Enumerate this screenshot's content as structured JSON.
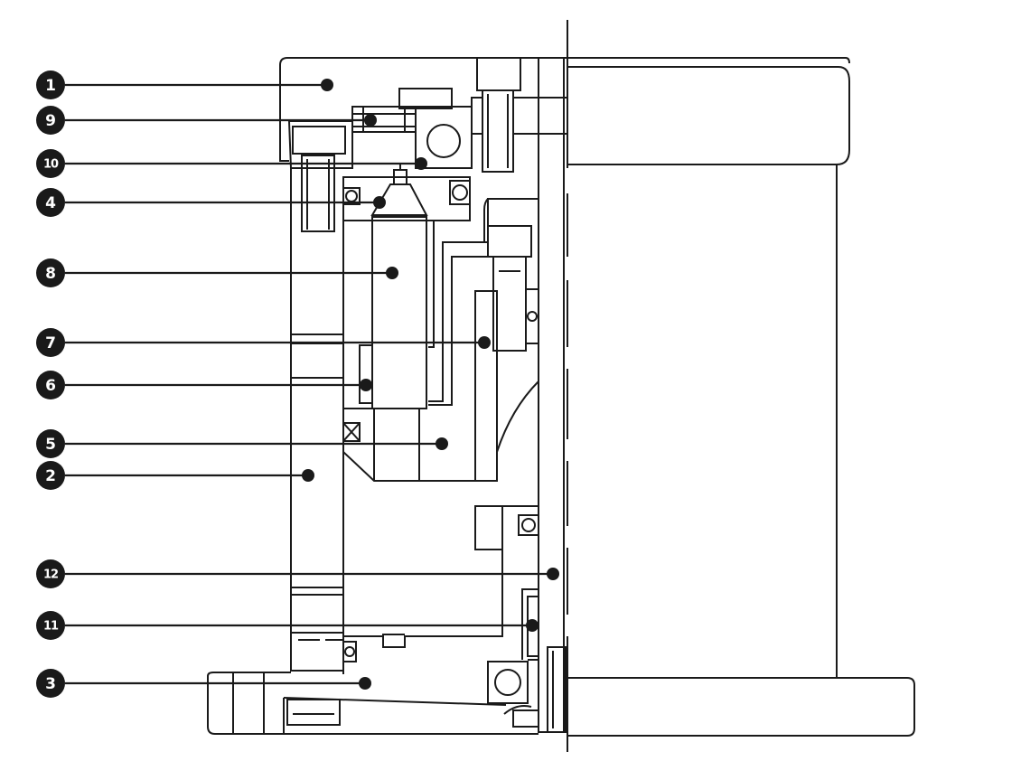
{
  "callouts": [
    {
      "id": "c1",
      "label": "1"
    },
    {
      "id": "c9",
      "label": "9"
    },
    {
      "id": "c10",
      "label": "10"
    },
    {
      "id": "c4",
      "label": "4"
    },
    {
      "id": "c8",
      "label": "8"
    },
    {
      "id": "c7",
      "label": "7"
    },
    {
      "id": "c6",
      "label": "6"
    },
    {
      "id": "c5",
      "label": "5"
    },
    {
      "id": "c2",
      "label": "2"
    },
    {
      "id": "c12",
      "label": "12"
    },
    {
      "id": "c11",
      "label": "11"
    },
    {
      "id": "c3",
      "label": "3"
    }
  ],
  "colors": {
    "ink": "#1a1a1a",
    "background": "#ffffff"
  }
}
